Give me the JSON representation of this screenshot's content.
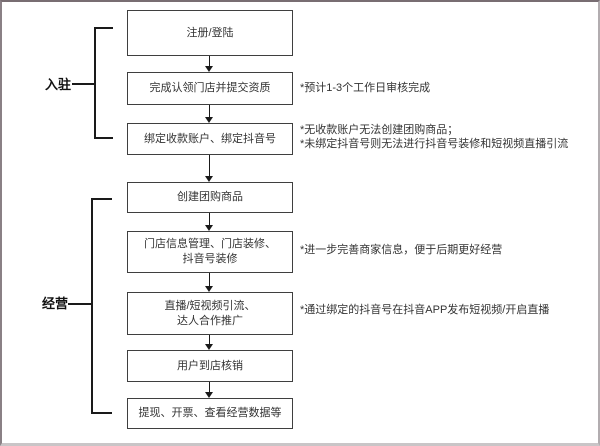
{
  "flowchart": {
    "stages": [
      {
        "label": "入驻"
      },
      {
        "label": "经营"
      }
    ],
    "boxes": [
      {
        "label": "注册/登陆"
      },
      {
        "label": "完成认领门店并提交资质"
      },
      {
        "label": "绑定收款账户、绑定抖音号"
      },
      {
        "label": "创建团购商品"
      },
      {
        "label": "门店信息管理、门店装修、\n抖音号装修"
      },
      {
        "label": "直播/短视频引流、\n达人合作推广"
      },
      {
        "label": "用户到店核销"
      },
      {
        "label": "提现、开票、查看经营数据等"
      }
    ],
    "annotations": [
      {
        "text": "*预计1-3个工作日审核完成"
      },
      {
        "text": "*无收款账户无法创建团购商品；\n*未绑定抖音号则无法进行抖音号装修和短视频直播引流"
      },
      {
        "text": "*进一步完善商家信息，便于后期更好经营"
      },
      {
        "text": "*通过绑定的抖音号在抖音APP发布短视频/开启直播"
      }
    ],
    "colors": {
      "line": "#1a1a1a",
      "box_border": "#3f3f3f",
      "text": "#333333",
      "outer_border_top": "#786d72",
      "outer_border_bottom": "#c9c5c7",
      "background": "#ffffff"
    }
  }
}
